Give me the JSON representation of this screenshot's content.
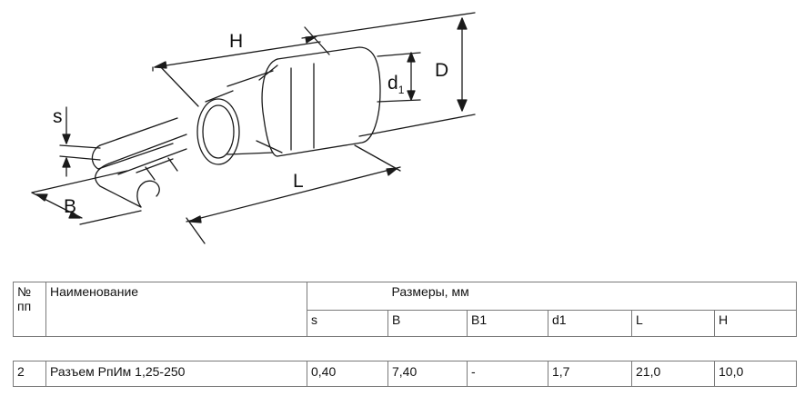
{
  "drawing": {
    "labels": {
      "H": "H",
      "D": "D",
      "d1_main": "d",
      "d1_sub": "1",
      "s": "s",
      "B": "B",
      "L": "L"
    },
    "colors": {
      "line": "#1a1a1a",
      "fill": "#ffffff"
    }
  },
  "table": {
    "header": {
      "num_line1": "№",
      "num_line2": "пп",
      "name": "Наименование",
      "dims_group": "Размеры, мм",
      "columns": [
        "s",
        "B",
        "B1",
        "d1",
        "L",
        "H"
      ]
    },
    "rows": [
      {
        "num": "2",
        "name": "Разъем РпИм 1,25-250",
        "s": "0,40",
        "B": "7,40",
        "B1": "-",
        "d1": "1,7",
        "L": "21,0",
        "H": "10,0"
      }
    ]
  }
}
